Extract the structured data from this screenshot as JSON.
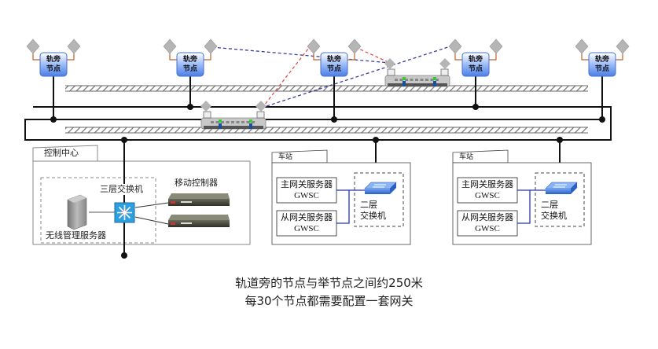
{
  "diagram": {
    "trackside_nodes": [
      {
        "label_line1": "轨旁",
        "label_line2": "节点"
      },
      {
        "label_line1": "轨旁",
        "label_line2": "节点"
      },
      {
        "label_line1": "轨旁",
        "label_line2": "节点"
      },
      {
        "label_line1": "轨旁",
        "label_line2": "节点"
      },
      {
        "label_line1": "轨旁",
        "label_line2": "节点"
      }
    ],
    "control_center": {
      "title": "控制中心",
      "l3_switch_label": "三层交换机",
      "mobile_controller_label": "移动控制器",
      "wireless_mgmt_server_label": "无线管理服务器"
    },
    "stations": [
      {
        "title": "车站",
        "primary_gateway_line1": "主网关服务器",
        "primary_gateway_line2": "GWSC",
        "backup_gateway_line1": "从网关服务器",
        "backup_gateway_line2": "GWSC",
        "l2_switch_line1": "二层",
        "l2_switch_line2": "交换机"
      },
      {
        "title": "车站",
        "primary_gateway_line1": "主网关服务器",
        "primary_gateway_line2": "GWSC",
        "backup_gateway_line1": "从网关服务器",
        "backup_gateway_line2": "GWSC",
        "l2_switch_line1": "二层",
        "l2_switch_line2": "交换机"
      }
    ],
    "caption_line1": "轨道旁的节点与举节点之间约250米",
    "caption_line2": "每30个节点都需要配置一套网关"
  },
  "colors": {
    "node_fill": "#5b8ef0",
    "antenna": "#b5b5b5",
    "antenna_lead": "#c0622a",
    "red_link": "#e05050",
    "blue_link": "#3a3aa0",
    "switch_blue": "#3b78d8",
    "ethernet_blue": "#2233cc"
  }
}
